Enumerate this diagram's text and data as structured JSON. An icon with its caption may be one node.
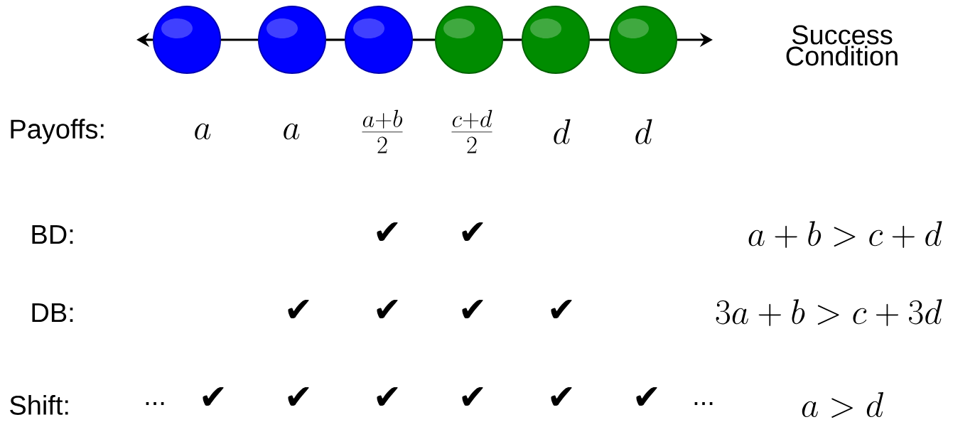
{
  "diagram": {
    "nodes": [
      {
        "text": [],
        "shape": "circle"
      },
      {
        "text": [],
        "shape": "circle"
      },
      {
        "text": [],
        "shape": "circle"
      },
      {
        "text": [],
        "shape": "circle"
      },
      {
        "text": [],
        "shape": "circle"
      },
      {
        "text": [],
        "shape": "circle"
      }
    ],
    "edges": [
      {
        "from": 0,
        "to": null,
        "arrow": "to"
      },
      {
        "from": 0,
        "to": 1,
        "arrow": "none"
      },
      {
        "from": 1,
        "to": 2,
        "arrow": "none"
      },
      {
        "from": 2,
        "to": 3,
        "arrow": "none"
      },
      {
        "from": 3,
        "to": 4,
        "arrow": "none"
      },
      {
        "from": 4,
        "to": 5,
        "arrow": "none"
      },
      {
        "from": 5,
        "to": null,
        "arrow": "to"
      }
    ],
    "labels": [
      "Success Condition",
      "Payoffs:",
      "a",
      "a",
      "\\frac{a+b}{2}",
      "\\frac{c+d}{2}",
      "d",
      "d",
      "BD:",
      "✔",
      "✔",
      "a+b>c+d",
      "DB:",
      "✔",
      "✔",
      "✔",
      "✔",
      "3a+b>c+3d",
      "Shift:",
      "...",
      "✔",
      "✔",
      "✔",
      "✔",
      "✔",
      "✔",
      "...",
      "a>d"
    ]
  }
}
